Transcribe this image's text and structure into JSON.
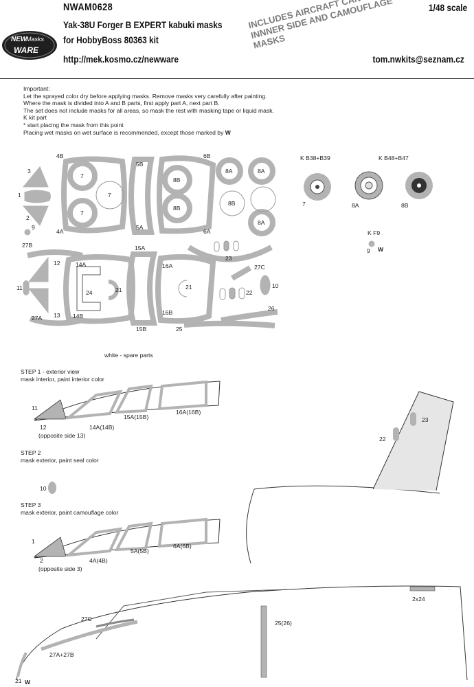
{
  "header": {
    "code": "NWAM0628",
    "scale": "1/48 scale",
    "title_line1": "Yak-38U Forger B  EXPERT kabuki masks",
    "title_line2": "for HobbyBoss 80363 kit",
    "url": "http://mek.kosmo.cz/newware",
    "email": "tom.nwkits@seznam.cz",
    "stamp": [
      "INCLUDES AIRCRAFT CANOPY",
      "INNNER SIDE  AND CAMOUFLAGE",
      "MASKS"
    ],
    "logo_top": "NEW",
    "logo_mid": "Masks",
    "logo_bottom": "WARE"
  },
  "info": {
    "heading": "Important:",
    "lines": [
      "Let the sprayed color dry before applying masks. Remove masks very carefully after painting.",
      "Where the mask is divided into A and B parts, first apply part A, next part B.",
      "The set does not include masks for all areas, so mask the rest with masking tape or liquid mask.",
      "K  kit part",
      "*  start placing the mask from this point",
      "Placing wet masks on wet surface is recommended, except those marked by "
    ],
    "wet_mark": "W"
  },
  "sheet": {
    "labels": [
      "4B",
      "5B",
      "6B",
      "3",
      "1",
      "2",
      "9",
      "4A",
      "5A",
      "6A",
      "27B",
      "15A",
      "12",
      "14A",
      "16A",
      "11",
      "24",
      "21",
      "21",
      "23",
      "27C",
      "10",
      "22",
      "26",
      "27A",
      "13",
      "14B",
      "16B",
      "15B",
      "25"
    ],
    "wheel_labels": [
      "7",
      "7",
      "7",
      "8B",
      "8B",
      "8B",
      "8A",
      "8A",
      "8A"
    ],
    "spare_note": "white - spare parts"
  },
  "kit_parts": {
    "group1_title": "K  B38+B39",
    "group2_title": "K  B48+B47",
    "labels": [
      "7",
      "8A",
      "8B"
    ],
    "f9_title": "K  F9",
    "f9_label": "9",
    "f9_mark": "W"
  },
  "steps": [
    {
      "title": "STEP 1 - exterior view",
      "desc": "mask interior, paint interior color",
      "labels": [
        "11",
        "12",
        "14A(14B)",
        "15A(15B)",
        "16A(16B)"
      ],
      "note": "(opposite side 13)"
    },
    {
      "title": "STEP 2",
      "desc": "mask exterior, paint seal color",
      "labels": [
        "10"
      ]
    },
    {
      "title": "STEP 3",
      "desc": "mask exterior, paint camouflage color",
      "labels": [
        "1",
        "2",
        "4A(4B)",
        "5A(5B)",
        "6A(6B)"
      ],
      "note": "(opposite side 3)"
    }
  ],
  "tail": {
    "labels": [
      "23",
      "22"
    ]
  },
  "fuselage": {
    "labels": [
      "2x24",
      "27C",
      "25(26)",
      "27A+27B",
      "21"
    ],
    "mark": "W"
  },
  "colors": {
    "mask_gray": "#b3b3b3",
    "line": "#333333",
    "stamp_gray": "#7a7a7a"
  }
}
